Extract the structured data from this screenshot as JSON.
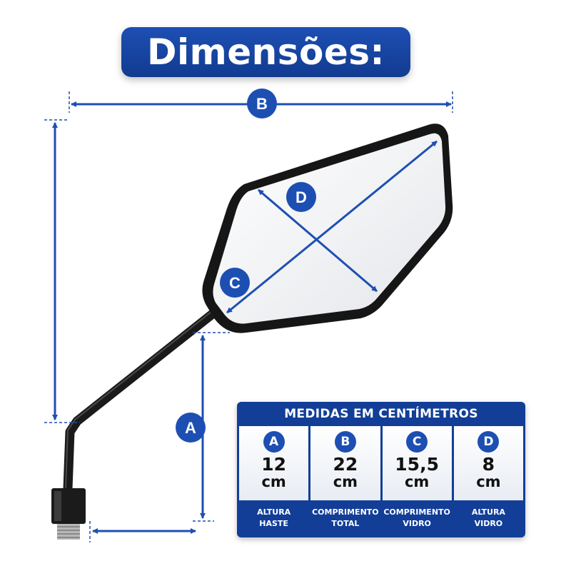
{
  "title": "Dimensões:",
  "markers": {
    "a": "A",
    "b": "B",
    "c": "C",
    "d": "D"
  },
  "table": {
    "header": "MEDIDAS EM CENTÍMETROS",
    "columns": [
      {
        "letter": "A",
        "value": "12",
        "unit": "cm",
        "label_line1": "ALTURA",
        "label_line2": "HASTE"
      },
      {
        "letter": "B",
        "value": "22",
        "unit": "cm",
        "label_line1": "COMPRIMENTO",
        "label_line2": "TOTAL"
      },
      {
        "letter": "C",
        "value": "15,5",
        "unit": "cm",
        "label_line1": "COMPRIMENTO",
        "label_line2": "VIDRO"
      },
      {
        "letter": "D",
        "value": "8",
        "unit": "cm",
        "label_line1": "ALTURA",
        "label_line2": "VIDRO"
      }
    ]
  },
  "colors": {
    "brand_blue": "#1d4fb3",
    "table_blue": "#123e98",
    "mirror_frame": "#161616"
  }
}
